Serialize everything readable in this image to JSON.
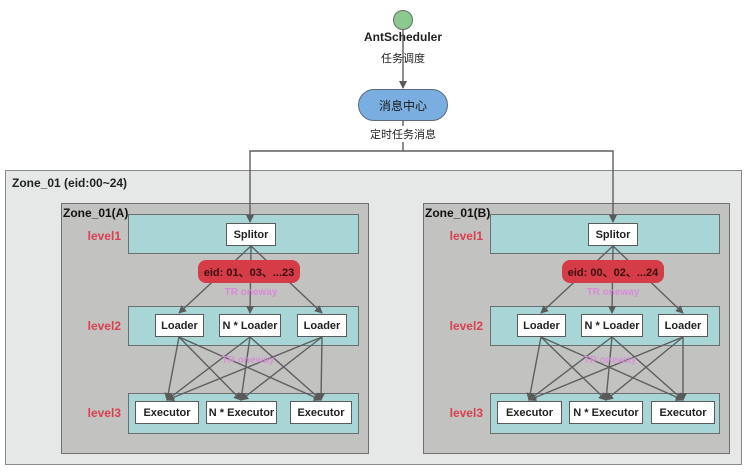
{
  "scheduler": {
    "name": "AntScheduler",
    "action": "任务调度"
  },
  "message_center": {
    "label": "消息中心",
    "output_label": "定时任务消息"
  },
  "outer_zone": {
    "title": "Zone_01 (eid:00~24)"
  },
  "zones": [
    {
      "title": "Zone_01(A)",
      "levels": [
        "level1",
        "level2",
        "level3"
      ],
      "splitor": "Splitor",
      "eid_filter": "eid: 01、03、...23",
      "link_label_1": "TR oneway",
      "link_label_2": "TR oneway",
      "loaders": [
        "Loader",
        "N * Loader",
        "Loader"
      ],
      "executors": [
        "Executor",
        "N * Executor",
        "Executor"
      ]
    },
    {
      "title": "Zone_01(B)",
      "levels": [
        "level1",
        "level2",
        "level3"
      ],
      "splitor": "Splitor",
      "eid_filter": "eid: 00、02、...24",
      "link_label_1": "TR oneway",
      "link_label_2": "TR oneway",
      "loaders": [
        "Loader",
        "N * Loader",
        "Loader"
      ],
      "executors": [
        "Executor",
        "N * Executor",
        "Executor"
      ]
    }
  ],
  "colors": {
    "start_node": "#8cc98e",
    "message_center": "#7aaee0",
    "outer_zone": "#e6e8e7",
    "sub_zone": "#c2c2c1",
    "level_box": "#a8d6d6",
    "eid_pill": "#d53c47",
    "level_label": "#d84050",
    "link_label": "#d98ad8"
  }
}
